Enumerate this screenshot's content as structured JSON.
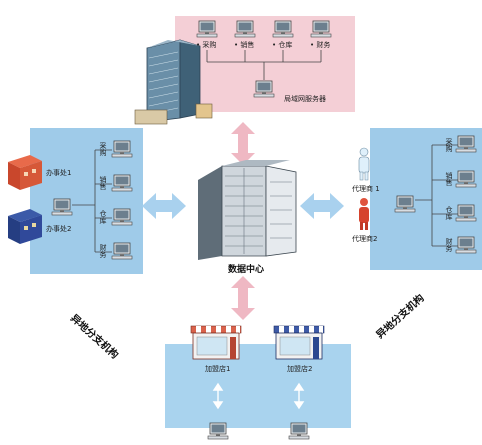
{
  "colors": {
    "top_panel": "#f4cfd6",
    "side_panel": "#9fcbe9",
    "bottom_panel": "#a9d3ee",
    "arrow_blue": "#a9d1ee",
    "arrow_pink": "#efb8c3",
    "connector": "#444444"
  },
  "top": {
    "dept_labels": [
      "• 采购",
      "• 销售",
      "• 仓库",
      "• 财务"
    ],
    "server_label": "局域网服务器"
  },
  "left": {
    "office_labels": [
      "办事处1",
      "办事处2"
    ],
    "dept_labels": [
      "采购",
      "销售",
      "仓库",
      "财务"
    ],
    "region_label": "异地分支机构"
  },
  "right": {
    "agent_labels": [
      "代理商 1",
      "代理商2"
    ],
    "dept_labels": [
      "采购",
      "销售",
      "仓库",
      "财务"
    ],
    "region_label": "异地分支机构"
  },
  "center": {
    "label": "数据中心"
  },
  "bottom": {
    "store_labels": [
      "加盟店1",
      "加盟店2"
    ]
  },
  "icons": {
    "workstation": "computer-icon",
    "building": "office-building-icon",
    "datacenter": "server-rack-icon",
    "office": "office-house-icon",
    "agent": "person-icon",
    "store": "store-awning-icon"
  }
}
